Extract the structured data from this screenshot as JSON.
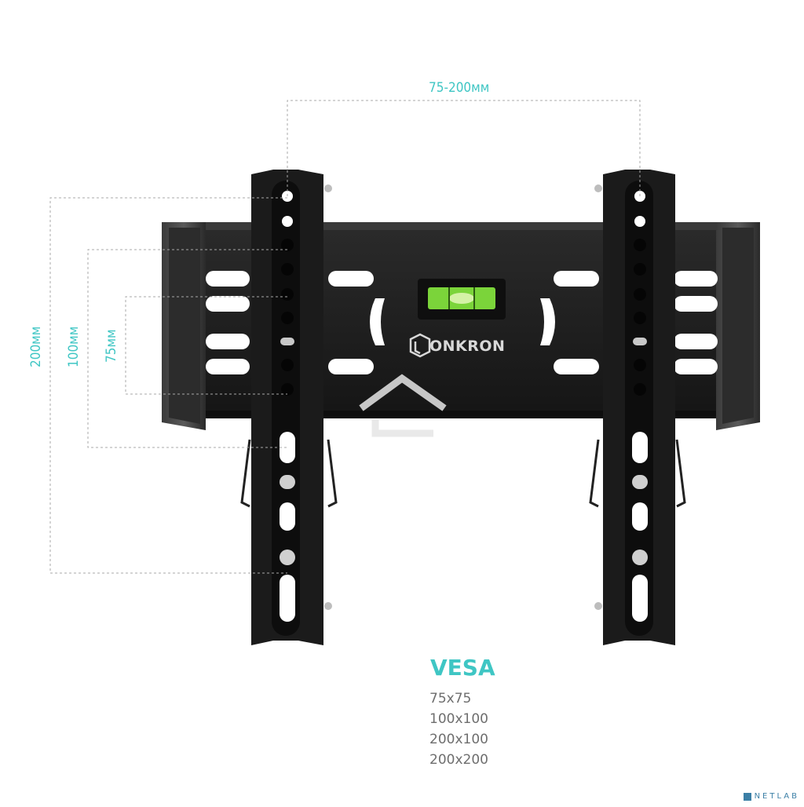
{
  "dimensions": {
    "horizontal": "75-200мм",
    "vertical_200": "200мм",
    "vertical_100": "100мм",
    "vertical_75": "75мм"
  },
  "brand": "ONKRON",
  "vesa": {
    "title": "VESA",
    "sizes": [
      "75x75",
      "100x100",
      "200x100",
      "200x200"
    ]
  },
  "watermark": "NETLAB",
  "colors": {
    "accent": "#3fc6c4",
    "metal": "#1c1c1c",
    "level": "#7bd43a"
  }
}
